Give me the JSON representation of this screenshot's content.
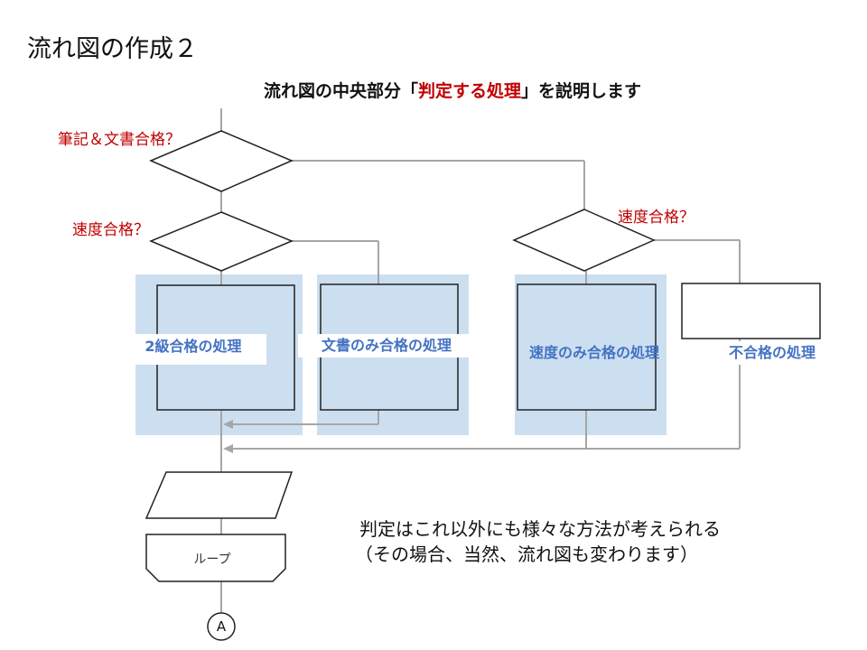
{
  "slide": {
    "title": "流れ図の作成２",
    "subtitle_before": "流れ図の中央部分「",
    "subtitle_highlight": "判定する処理",
    "subtitle_after": "」を説明します"
  },
  "decisions": {
    "written_and_document": "筆記＆文書合格？",
    "speed_left": "速度合格？",
    "speed_right": "速度合格？"
  },
  "processes": {
    "grade2": "2級合格の処理",
    "document_only": "文書のみ合格の処理",
    "speed_only": "速度のみ合格の処理",
    "fail": "不合格の処理"
  },
  "loop": {
    "label": "ループ"
  },
  "connector": {
    "label": "A"
  },
  "note": {
    "line1": "判定はこれ以外にも様々な方法が考えられる",
    "line2": "（その場合、当然、流れ図も変わります）"
  },
  "colors": {
    "highlight_bg": "#ccdff0",
    "question_text": "#c00000",
    "process_text": "#4472c4",
    "line": "#a6a6a6"
  }
}
